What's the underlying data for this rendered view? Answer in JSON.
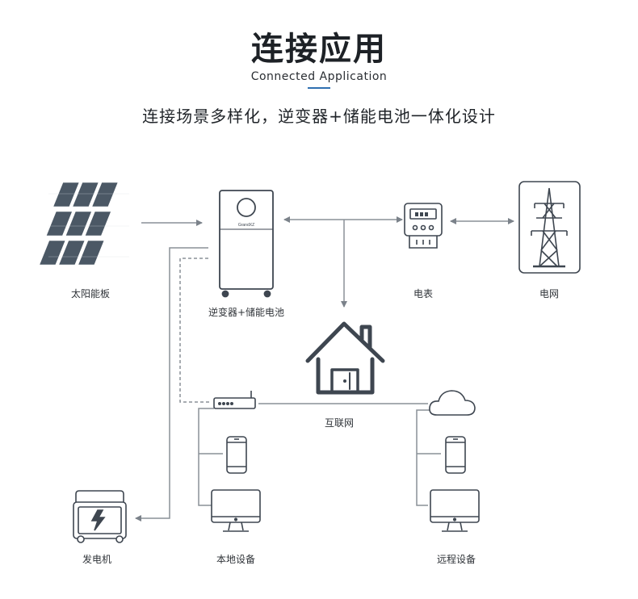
{
  "header": {
    "title": "连接应用",
    "subtitle": "Connected Application",
    "tagline": "连接场景多样化，逆变器+储能电池一体化设计"
  },
  "nodes": {
    "solar": "太阳能板",
    "inverter": "逆变器+储能电池",
    "inverter_brand": "GrandXZ",
    "meter": "电表",
    "grid": "电网",
    "internet": "互联网",
    "generator": "发电机",
    "local_devices": "本地设备",
    "remote_devices": "远程设备"
  },
  "colors": {
    "line": "#8a9097",
    "icon": "#3e4650",
    "panel": "#4b5865",
    "accent": "#2f6fb1"
  }
}
